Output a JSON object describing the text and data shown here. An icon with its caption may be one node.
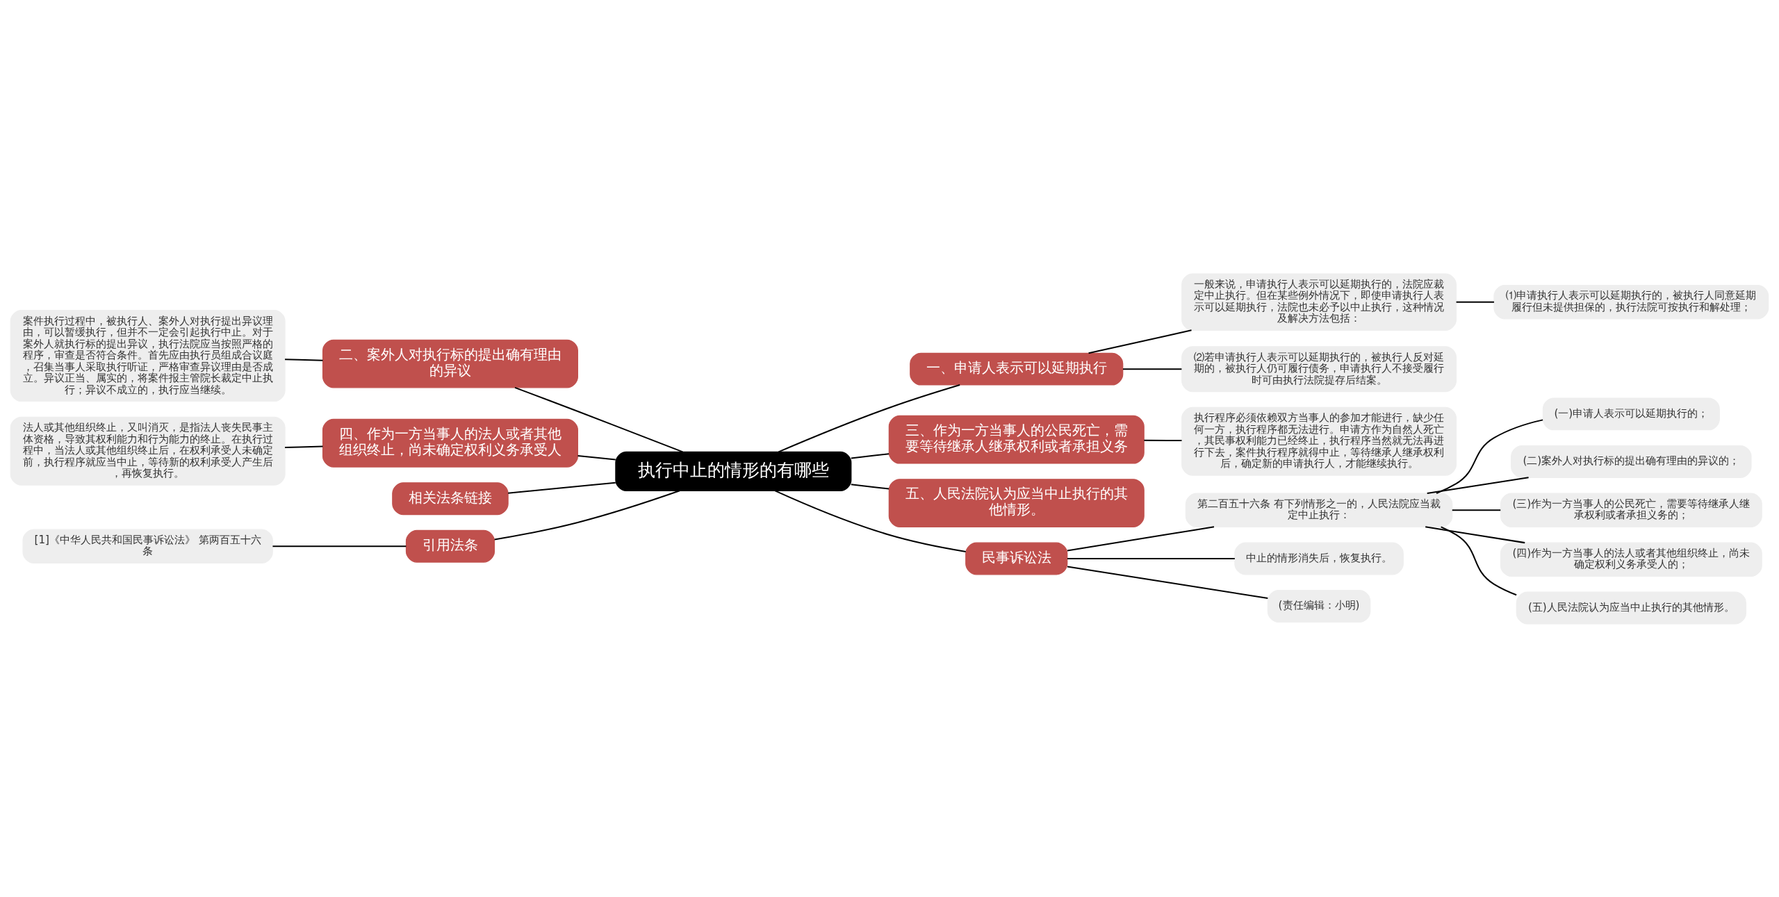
{
  "diagram": {
    "nodes": [
      {
        "text": [
          "执行中止的情形的有哪些"
        ]
      },
      {
        "text": [
          "一、申请人表示可以延期执行"
        ]
      },
      {
        "text": [
          "一般来说，申请执行人表示可以延期执行的，法院应裁定中止执行。但在某些例外情况下，即使申请执行人表示可以延期执行，法院也未必予以中止执行，这种情况及解决方法包括："
        ]
      },
      {
        "text": [
          "⑴申请执行人表示可以延期执行的，被执行人同意延期履行但未提供担保的，执行法院可按执行和解处理；"
        ]
      },
      {
        "text": [
          "⑵若申请执行人表示可以延期执行的，被执行人反对延期的，被执行人仍可履行债务，申请执行人不接受履行时可由执行法院提存后结案。"
        ]
      },
      {
        "text": [
          "三、作为一方当事人的公民死亡，需要等待继承人继承权利或者承担义务"
        ]
      },
      {
        "text": [
          "执行程序必须依赖双方当事人的参加才能进行，缺少任何一方，执行程序都无法进行。申请方作为自然人死亡，其民事权利能力已经终止，执行程序当然就无法再进行下去，案件执行程序就得中止，等待继承人继承权利后，确定新的申请执行人，才能继续执行。"
        ]
      },
      {
        "text": [
          "五、人民法院认为应当中止执行的其他情形。"
        ]
      },
      {
        "text": [
          "民事诉讼法"
        ]
      },
      {
        "text": [
          "第二百五十六条 有下列情形之一的，人民法院应当裁定中止执行："
        ]
      },
      {
        "text": [
          "(一)申请人表示可以延期执行的；"
        ]
      },
      {
        "text": [
          "(二)案外人对执行标的提出确有理由的异议的；"
        ]
      },
      {
        "text": [
          "(三)作为一方当事人的公民死亡，需要等待继承人继承权利或者承担义务的；"
        ]
      },
      {
        "text": [
          "(四)作为一方当事人的法人或者其他组织终止，尚未确定权利义务承受人的；"
        ]
      },
      {
        "text": [
          "(五)人民法院认为应当中止执行的其他情形。"
        ]
      },
      {
        "text": [
          "中止的情形消失后，恢复执行。"
        ]
      },
      {
        "text": [
          "(责任编辑：小明)"
        ]
      },
      {
        "text": [
          "二、案外人对执行标的提出确有理由的异议"
        ]
      },
      {
        "text": [
          "案件执行过程中，被执行人、案外人对执行提出异议理由，可以暂缓执行，但并不一定会引起执行中止。对于案外人就执行标的提出异议，执行法院应当按照严格的程序，审查是否符合条件。首先应由执行员组成合议庭，召集当事人采取执行听证，严格审查异议理由是否成立。异议正当、属实的，将案件报主管院长裁定中止执行；异议不成立的，执行应当继续。"
        ]
      },
      {
        "text": [
          "四、作为一方当事人的法人或者其他组织终止，尚未确定权利义务承受人"
        ]
      },
      {
        "text": [
          "法人或其他组织终止，又叫消灭，是指法人丧失民事主体资格，导致其权利能力和行为能力的终止。在执行过程中，当法人或其他组织终止后，在权利承受人未确定前，执行程序就应当中止，等待新的权利承受人产生后，再恢复执行。"
        ]
      },
      {
        "text": [
          "相关法条链接"
        ]
      },
      {
        "text": [
          "引用法条"
        ]
      },
      {
        "text": [
          "[1]《中华人民共和国民事诉讼法》 第两百五十六条"
        ]
      }
    ],
    "edges": [
      {
        "from": 0,
        "to": 1,
        "arrow": "none"
      },
      {
        "from": 1,
        "to": 2,
        "arrow": "none"
      },
      {
        "from": 2,
        "to": 3,
        "arrow": "none"
      },
      {
        "from": 1,
        "to": 4,
        "arrow": "none"
      },
      {
        "from": 0,
        "to": 5,
        "arrow": "none"
      },
      {
        "from": 5,
        "to": 6,
        "arrow": "none"
      },
      {
        "from": 0,
        "to": 7,
        "arrow": "none"
      },
      {
        "from": 0,
        "to": 8,
        "arrow": "none"
      },
      {
        "from": 8,
        "to": 9,
        "arrow": "none"
      },
      {
        "from": 9,
        "to": 10,
        "arrow": "none"
      },
      {
        "from": 9,
        "to": 11,
        "arrow": "none"
      },
      {
        "from": 9,
        "to": 12,
        "arrow": "none"
      },
      {
        "from": 9,
        "to": 13,
        "arrow": "none"
      },
      {
        "from": 9,
        "to": 14,
        "arrow": "none"
      },
      {
        "from": 8,
        "to": 15,
        "arrow": "none"
      },
      {
        "from": 8,
        "to": 16,
        "arrow": "none"
      },
      {
        "from": 0,
        "to": 17,
        "arrow": "none"
      },
      {
        "from": 17,
        "to": 18,
        "arrow": "none"
      },
      {
        "from": 0,
        "to": 19,
        "arrow": "none"
      },
      {
        "from": 19,
        "to": 20,
        "arrow": "none"
      },
      {
        "from": 0,
        "to": 21,
        "arrow": "none"
      },
      {
        "from": 0,
        "to": 22,
        "arrow": "none"
      },
      {
        "from": 22,
        "to": 23,
        "arrow": "none"
      }
    ]
  }
}
